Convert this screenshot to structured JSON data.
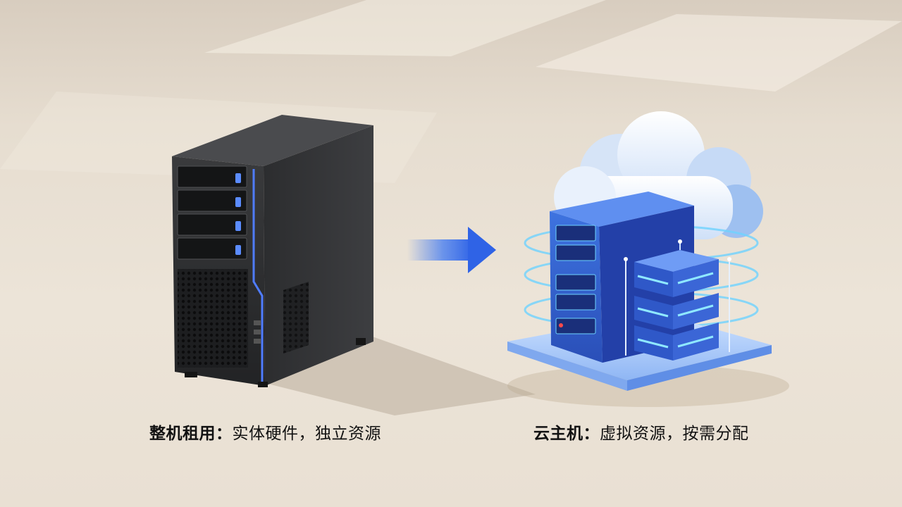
{
  "left": {
    "title": "整机租用：",
    "desc": "实体硬件，独立资源"
  },
  "right": {
    "title": "云主机：",
    "desc": "虚拟资源，按需分配"
  },
  "icons": [
    "tower-server-icon",
    "arrow-right-icon",
    "cloud-server-icon"
  ],
  "colors": {
    "accent": "#3a6fe8",
    "panel": "#2a4fb8",
    "glow": "#6fd3ff"
  }
}
